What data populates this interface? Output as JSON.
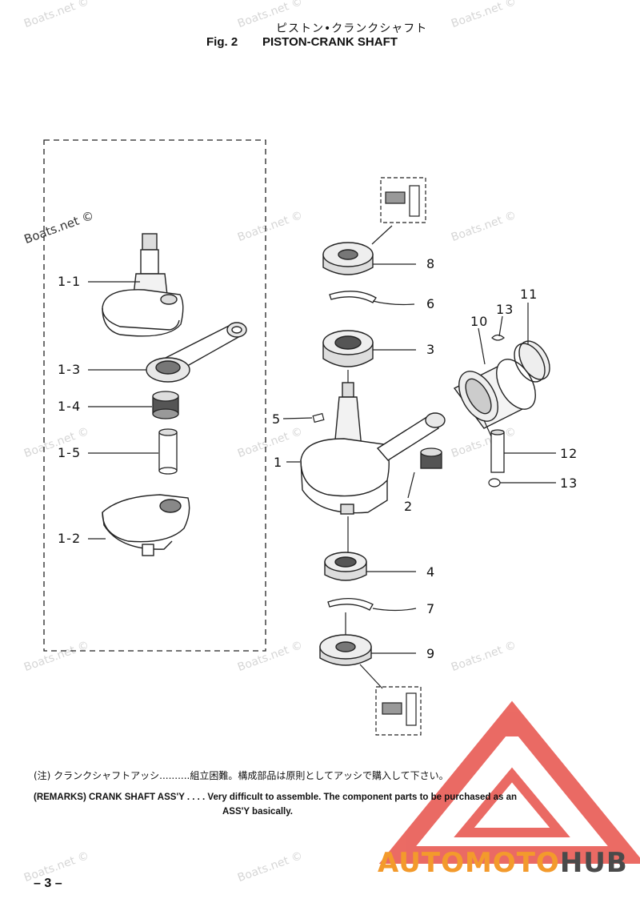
{
  "header": {
    "title_jp": "ピストン•クランクシャフト",
    "fig_label": "Fig. 2",
    "fig_title": "PISTON-CRANK SHAFT"
  },
  "callouts": {
    "c1_1": "1-1",
    "c1_3": "1-3",
    "c1_4": "1-4",
    "c1_5": "1-5",
    "c1_2": "1-2",
    "c8": "8",
    "c6": "6",
    "c3": "3",
    "c5": "5",
    "c1": "1",
    "c2": "2",
    "c4": "4",
    "c7": "7",
    "c9": "9",
    "c10": "10",
    "c11": "11",
    "c13a": "13",
    "c12": "12",
    "c13b": "13"
  },
  "remarks": {
    "jp_line": "(注) クランクシャフトアッシ..........組立困難。構成部品は原則としてアッシで購入して下さい。",
    "en_line1": "(REMARKS) CRANK SHAFT ASS'Y . . . . Very difficult to assemble. The component parts to be purchased as an",
    "en_line2": "ASS'Y basically."
  },
  "footer": {
    "page_number": "– 3 –"
  },
  "watermark": {
    "text": "Boats.net ©"
  },
  "logo": {
    "part_a": "AUTOMOTO",
    "part_b": "HUB",
    "colors": {
      "triangle": "#e8564f",
      "accent": "#f39a2c",
      "dark": "#4a4a4a"
    }
  }
}
